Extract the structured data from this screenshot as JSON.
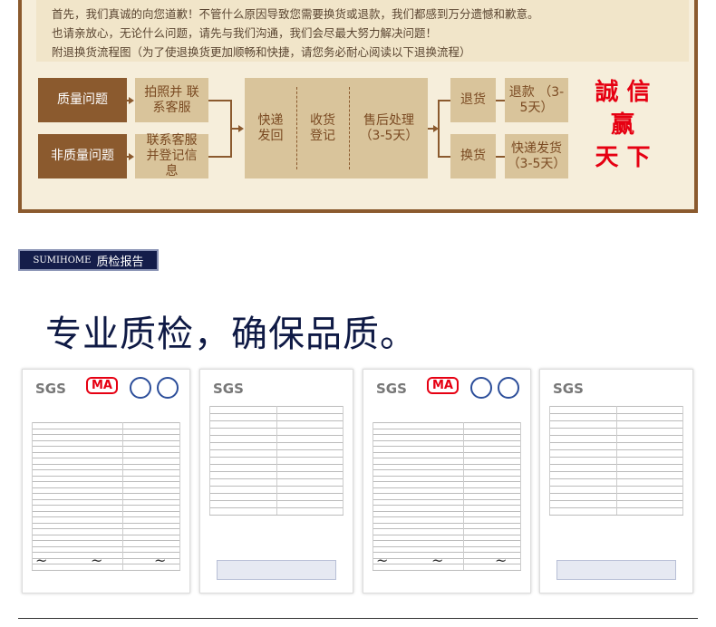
{
  "notice": {
    "lines": [
      "首先，我们真诚的向您道歉！不管什么原因导致您需要换货或退款，我们都感到万分遗憾和歉意。",
      "也请亲放心，无论什么问题，请先与我们沟通，我们会尽最大努力解决问题！",
      "附退换货流程图（为了使退换货更加顺畅和快捷，请您务必耐心阅读以下退换流程）"
    ]
  },
  "flow": {
    "quality": "质量问题",
    "non_quality": "非质量问题",
    "photo": "拍照并 联系客服",
    "contact": "联系客服 并登记信息",
    "ship_back": "快递 发回",
    "receive": "收货 登记",
    "after_sale": "售后处理 （3-5天）",
    "return": "退货",
    "exchange": "换货",
    "refund": "退款 （3-5天）",
    "ship_out": "快递发货 （3-5天）",
    "slogan": [
      "誠 信",
      "赢",
      "天 下"
    ]
  },
  "section": {
    "brand": "SUMIHOME",
    "title": "质检报告",
    "headline": "专业质检，确保品质。"
  },
  "reports": [
    {
      "logo": "SGS",
      "ma": "MA"
    },
    {
      "logo": "SGS"
    },
    {
      "logo": "SGS",
      "ma": "MA"
    },
    {
      "logo": "SGS"
    }
  ],
  "colors": {
    "brown": "#8b5a2e",
    "tan": "#d9c49b",
    "red": "#e60012",
    "navy": "#141d4a"
  }
}
